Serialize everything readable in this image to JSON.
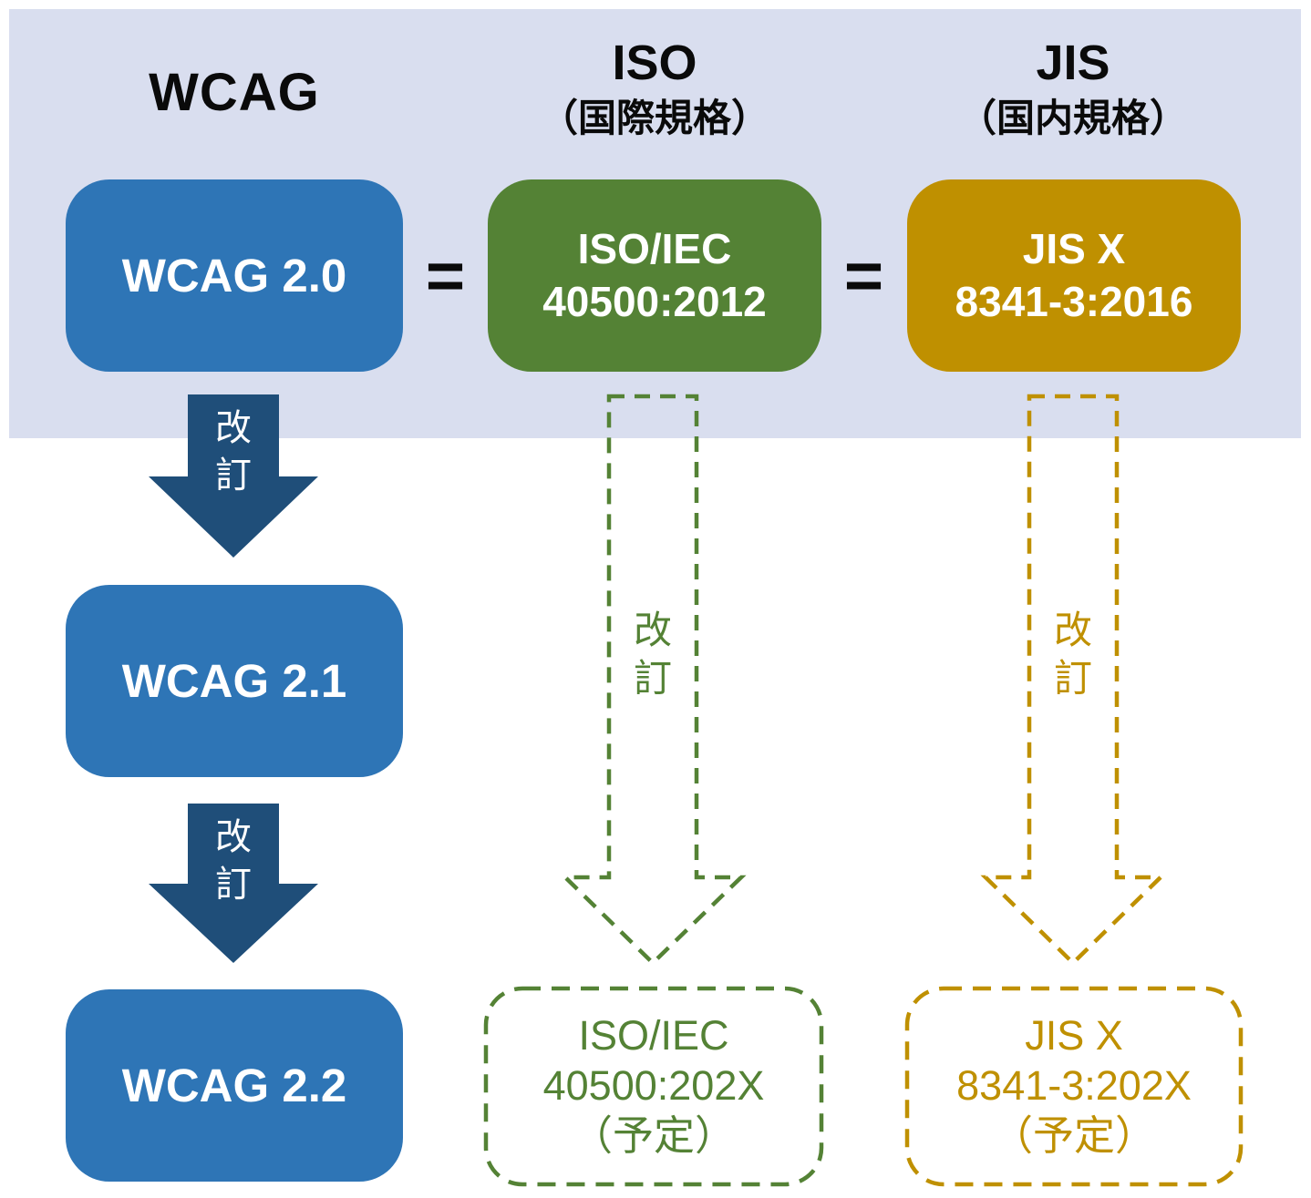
{
  "colors": {
    "band": "#D9DEEF",
    "blue": "#2E75B6",
    "navy": "#1F4E79",
    "green": "#548235",
    "gold": "#BF9000",
    "text_white": "#FFFFFF",
    "text_black": "#0A0A0A"
  },
  "wcag": {
    "header": "WCAG",
    "box20": "WCAG 2.0",
    "box21": "WCAG 2.1",
    "box22": "WCAG 2.2",
    "revision1": "改\n訂",
    "revision2": "改\n訂"
  },
  "iso": {
    "header": "ISO",
    "subheader": "（国際規格）",
    "current": "ISO/IEC\n40500:2012",
    "revision": "改\n訂",
    "planned": "ISO/IEC\n40500:202X\n（予定）"
  },
  "jis": {
    "header": "JIS",
    "subheader": "（国内規格）",
    "current": "JIS X\n8341-3:2016",
    "revision": "改\n訂",
    "planned": "JIS X\n8341-3:202X\n（予定）"
  },
  "equals": {
    "first": "=",
    "second": "="
  }
}
